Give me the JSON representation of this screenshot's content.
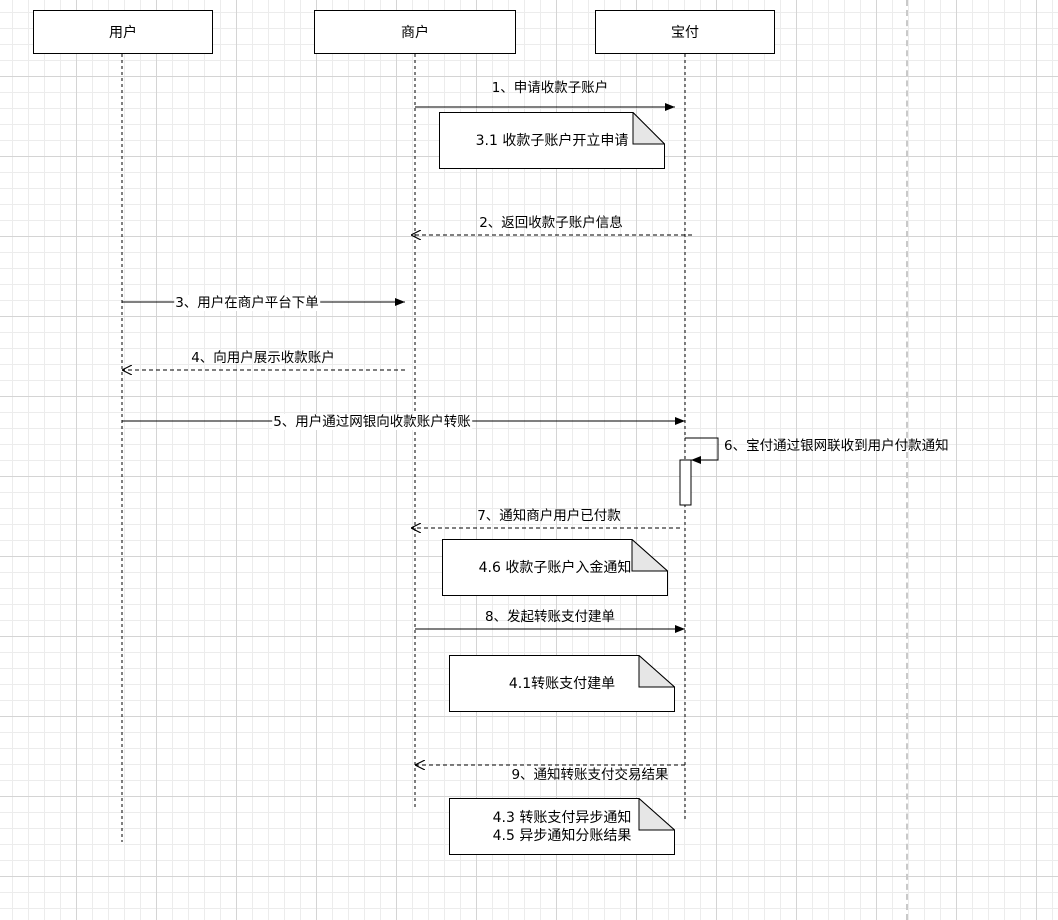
{
  "actors": {
    "user": "用户",
    "merchant": "商户",
    "baofu": "宝付"
  },
  "messages": [
    {
      "label": "1、申请收款子账户",
      "kind": "sync"
    },
    {
      "label": "2、返回收款子账户信息",
      "kind": "return"
    },
    {
      "label": "3、用户在商户平台下单",
      "kind": "sync"
    },
    {
      "label": "4、向用户展示收款账户",
      "kind": "return"
    },
    {
      "label": "5、用户通过网银向收款账户转账",
      "kind": "sync"
    },
    {
      "label": "6、宝付通过银网联收到用户付款通知",
      "kind": "self"
    },
    {
      "label": "7、通知商户用户已付款",
      "kind": "return"
    },
    {
      "label": "8、发起转账支付建单",
      "kind": "sync"
    },
    {
      "label": "9、通知转账支付交易结果",
      "kind": "return"
    }
  ],
  "notes": [
    {
      "lines": [
        "3.1 收款子账户开立申请"
      ]
    },
    {
      "lines": [
        "4.6 收款子账户入金通知"
      ]
    },
    {
      "lines": [
        "4.1转账支付建单"
      ]
    },
    {
      "lines": [
        "4.3 转账支付异步通知",
        "4.5 异步通知分账结果"
      ]
    }
  ],
  "colors": {
    "line": "#000000",
    "note_fill": "#ffffff",
    "note_fold": "#e6e6e6",
    "grid_major": "#d4d4d4",
    "grid_minor": "#ececec"
  }
}
